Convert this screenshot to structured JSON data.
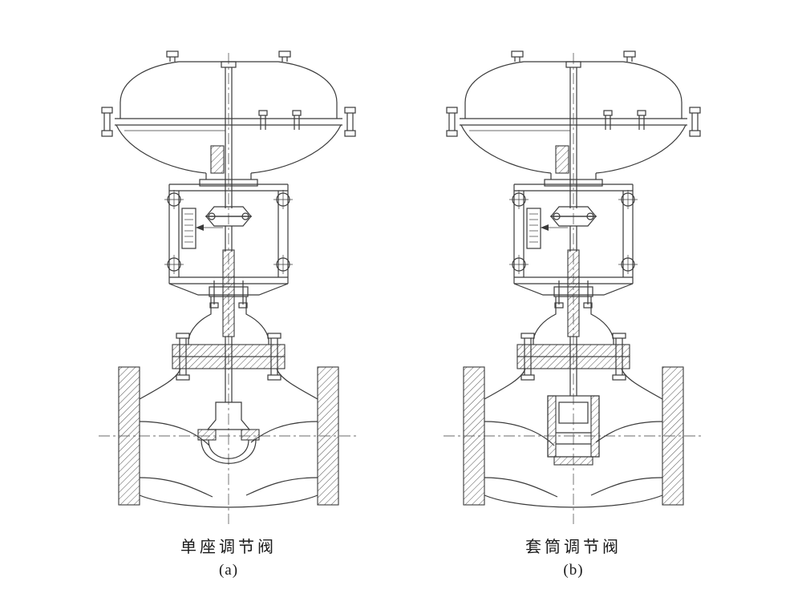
{
  "page": {
    "background_color": "#ffffff",
    "line_color": "#3a3a3a",
    "description": "Two engineering cross-section drawings of pneumatic diaphragm control valves"
  },
  "figures": [
    {
      "caption": "单座调节阀",
      "label": "(a)",
      "description": "single-seat control valve cross-section"
    },
    {
      "caption": "套筒调节阀",
      "label": "(b)",
      "description": "cage (sleeve) guided control valve cross-section"
    }
  ]
}
